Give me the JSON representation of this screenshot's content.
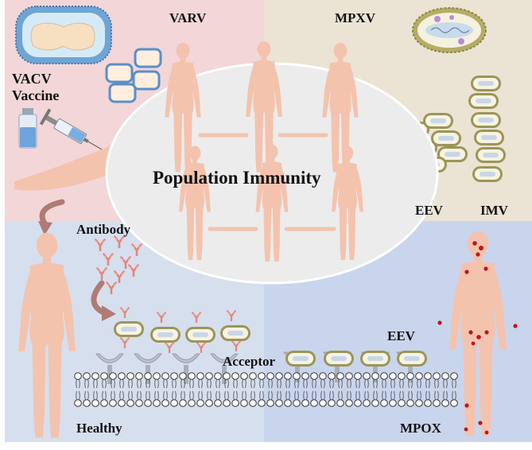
{
  "labels": {
    "varv": "VARV",
    "mpxv": "MPXV",
    "vacv": "VACV",
    "vaccine": "Vaccine",
    "center": "Population Immunity",
    "eev_top": "EEV",
    "imv": "IMV",
    "antibody": "Antibody",
    "eev_bottom": "EEV",
    "acceptor": "Acceptor",
    "healthy": "Healthy",
    "mpox": "MPOX"
  },
  "colors": {
    "panel_vaccine": "#f3d6d8",
    "panel_mpxv": "#ebe4d5",
    "panel_healthy": "#d6dfee",
    "panel_mpox": "#c9d5ec",
    "skin": "#f4c3ae",
    "virion_outline": "#a8a263",
    "antibody": "#e89688",
    "lesion": "#c0141f",
    "membrane": "#555555"
  }
}
